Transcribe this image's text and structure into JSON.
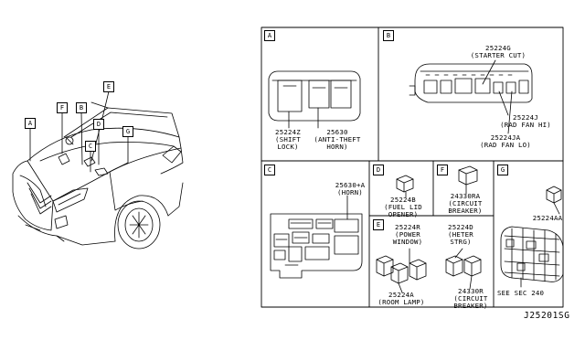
{
  "vehicle_callouts": [
    "A",
    "F",
    "B",
    "E",
    "D",
    "C",
    "G"
  ],
  "panels": {
    "A": {
      "letter": "A",
      "parts": [
        {
          "number": "25224Z",
          "lines": [
            "(SHIFT",
            "LOCK)"
          ]
        },
        {
          "number": "25630",
          "lines": [
            "(ANTI-THEFT",
            "HORN)"
          ]
        }
      ]
    },
    "B": {
      "letter": "B",
      "parts": [
        {
          "number": "25224G",
          "lines": [
            "(STARTER CUT)"
          ]
        },
        {
          "number": "25224J",
          "lines": [
            "(RAD FAN HI)"
          ]
        },
        {
          "number": "25224JA",
          "lines": [
            "(RAD FAN LO)"
          ]
        }
      ]
    },
    "C": {
      "letter": "C",
      "parts": [
        {
          "number": "25630+A",
          "lines": [
            "(HORN)"
          ]
        }
      ]
    },
    "D": {
      "letter": "D",
      "parts": [
        {
          "number": "25224B",
          "lines": [
            "(FUEL LID",
            "OPENER)"
          ]
        }
      ]
    },
    "E": {
      "letter": "E",
      "parts": [
        {
          "number": "25224R",
          "lines": [
            "(POWER",
            "WINDOW)"
          ]
        },
        {
          "number": "25224D",
          "lines": [
            "(HETER",
            "STRG)"
          ]
        },
        {
          "number": "25224A",
          "lines": [
            "(ROOM LAMP)"
          ]
        },
        {
          "number": "24330R",
          "lines": [
            "(CIRCUIT",
            "BREAKER)"
          ]
        }
      ]
    },
    "F": {
      "letter": "F",
      "parts": [
        {
          "number": "24330RA",
          "lines": [
            "(CIRCUIT",
            "BREAKER)"
          ]
        }
      ]
    },
    "G": {
      "letter": "G",
      "parts": [
        {
          "number": "25224AA",
          "lines": []
        }
      ],
      "note": "SEE SEC 240"
    }
  },
  "diagram_id": "J25201SG"
}
